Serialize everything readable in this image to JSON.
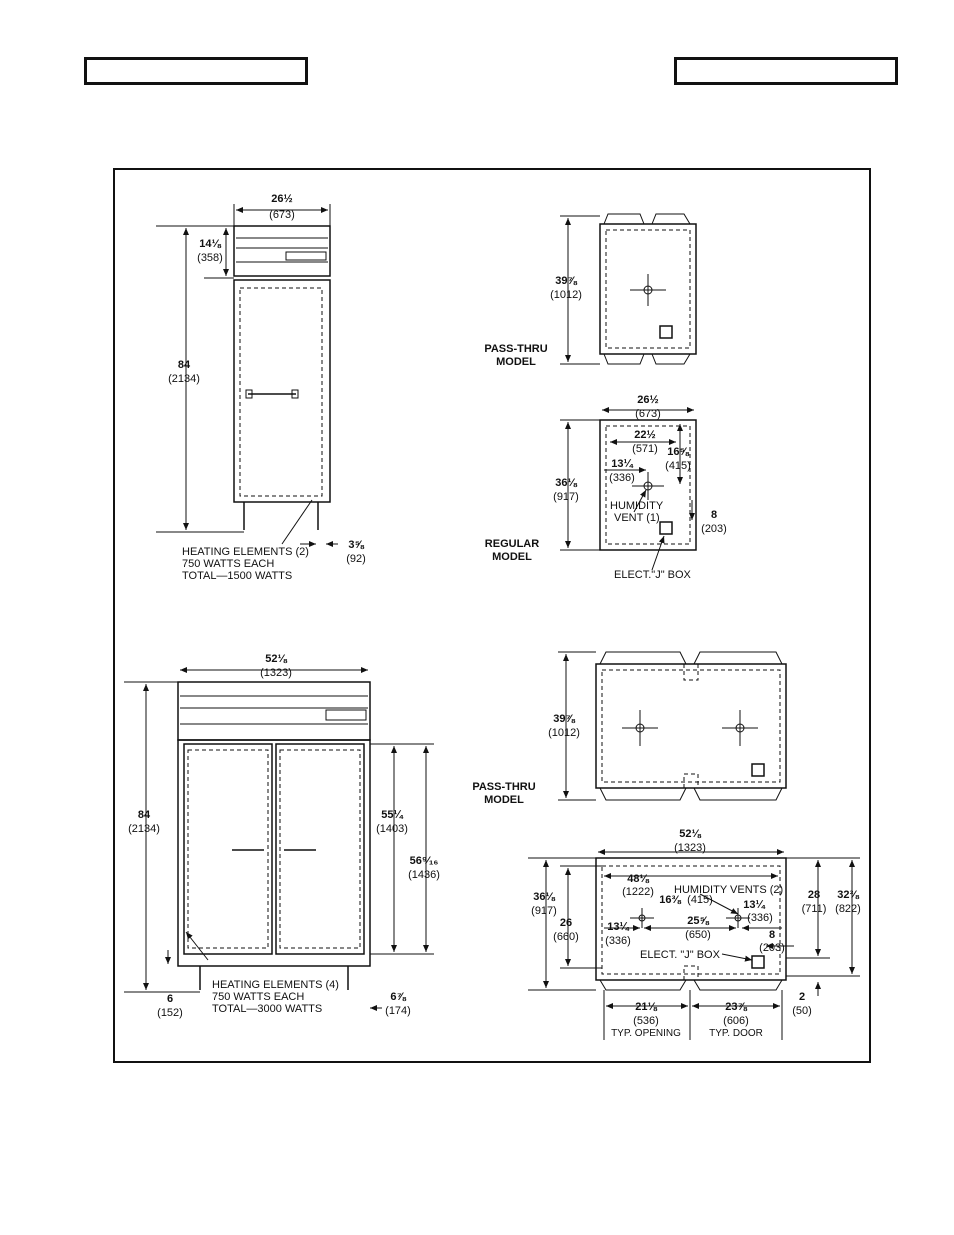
{
  "header": {
    "left_box": "",
    "right_box": ""
  },
  "single": {
    "width": "26½",
    "width_mm": "(673)",
    "top_h": "14⅛",
    "top_h_mm": "(358)",
    "height": "84",
    "height_mm": "(2134)",
    "leg": "3⅝",
    "leg_mm": "(92)",
    "heat_1": "HEATING ELEMENTS (2)",
    "heat_2": "750 WATTS EACH",
    "heat_3": "TOTAL—1500 WATTS"
  },
  "single_plan": {
    "pass_depth": "39⅞",
    "pass_depth_mm": "(1012)",
    "pass_label_1": "PASS-THRU",
    "pass_label_2": "MODEL",
    "width": "26½",
    "width_mm": "(673)",
    "d1": "22½",
    "d1_mm": "(571)",
    "d2": "16⅝",
    "d2_mm": "(415)",
    "d3": "13¼",
    "d3_mm": "(336)",
    "depth": "36⅛",
    "depth_mm": "(917)",
    "vent_1": "HUMIDITY",
    "vent_2": "VENT (1)",
    "d4": "8",
    "d4_mm": "(203)",
    "reg_label_1": "REGULAR",
    "reg_label_2": "MODEL",
    "jbox": "ELECT.\"J\" BOX"
  },
  "double": {
    "width": "52⅛",
    "width_mm": "(1323)",
    "height": "84",
    "height_mm": "(2134)",
    "door_h": "55¼",
    "door_h_mm": "(1403)",
    "open_h": "56⁹⁄₁₆",
    "open_h_mm": "(1436)",
    "leg": "6",
    "leg_mm": "(152)",
    "side": "6⅞",
    "side_mm": "(174)",
    "heat_1": "HEATING ELEMENTS (4)",
    "heat_2": "750 WATTS EACH",
    "heat_3": "TOTAL—3000 WATTS"
  },
  "double_plan": {
    "pass_depth": "39⅞",
    "pass_depth_mm": "(1012)",
    "pass_label_1": "PASS-THRU",
    "pass_label_2": "MODEL",
    "width": "52⅛",
    "width_mm": "(1323)",
    "d1": "48⅛",
    "d1_mm": "(1222)",
    "vents": "HUMIDITY VENTS (2)",
    "d2": "16⅜",
    "d2_mm": "(415)",
    "d3": "13¼",
    "d3_mm": "(336)",
    "depth": "36⅛",
    "depth_mm": "(917)",
    "d5": "26",
    "d5_mm": "(660)",
    "d6": "13¼",
    "d6_mm": "(336)",
    "d7": "25⅝",
    "d7_mm": "(650)",
    "d8": "28",
    "d8_mm": "(711)",
    "d9": "32⅜",
    "d9_mm": "(822)",
    "d10": "8",
    "d10_mm": "(203)",
    "jbox": "ELECT. \"J\" BOX",
    "d11": "2",
    "d11_mm": "(50)",
    "open_w": "21⅛",
    "open_w_mm": "(536)",
    "open_lbl": "TYP. OPENING",
    "door_w": "23⅞",
    "door_w_mm": "(606)",
    "door_lbl": "TYP. DOOR"
  }
}
